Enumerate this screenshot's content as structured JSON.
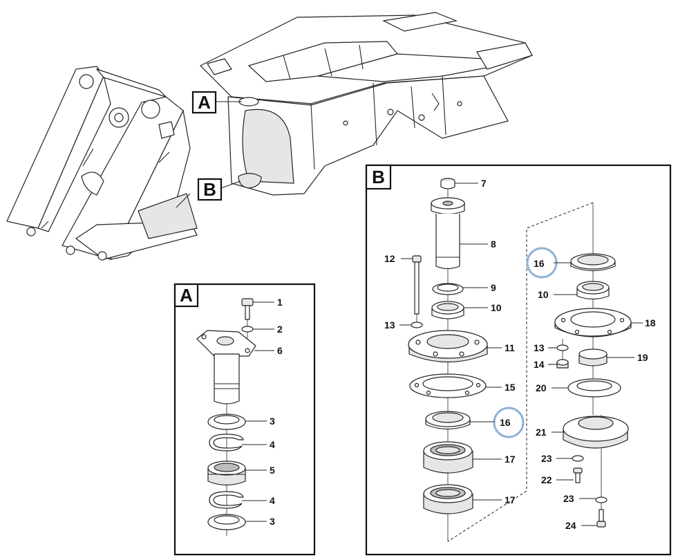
{
  "callouts": {
    "main_A": "A",
    "main_B": "B",
    "panel_A": "A",
    "panel_B": "B"
  },
  "panel_a_labels": [
    "1",
    "2",
    "6",
    "3",
    "4",
    "5",
    "4",
    "3"
  ],
  "panel_b_labels": [
    "7",
    "8",
    "12",
    "9",
    "10",
    "13",
    "11",
    "15",
    "16",
    "17",
    "17"
  ],
  "panel_b_right_labels": [
    "16",
    "10",
    "18",
    "13",
    "14",
    "19",
    "20",
    "21",
    "23",
    "22",
    "23",
    "24"
  ],
  "highlighted_parts": [
    "16",
    "16"
  ],
  "colors": {
    "line": "#222222",
    "highlight": "#8fb2d6",
    "background": "#ffffff"
  }
}
